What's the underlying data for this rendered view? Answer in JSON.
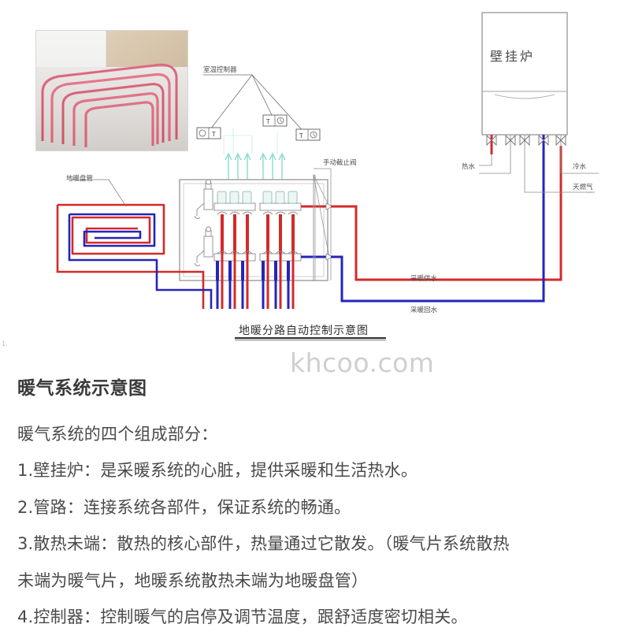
{
  "watermark": "khcoo.com",
  "edge_mark": "1.",
  "diagram": {
    "caption": "地暖分路自动控制示意图",
    "boiler_label": "壁挂炉",
    "labels": {
      "room_thermostat": "室温控制器",
      "floor_coil": "地暖盘管",
      "manual_shutoff_valve": "手动截止阀",
      "hot_water": "热水",
      "cold_water": "冷水",
      "natural_gas": "天燃气",
      "heating_supply": "采暖供水",
      "heating_return": "采暖回水"
    },
    "thermostat_glyphs": {
      "temp": "T",
      "clock": "◴"
    },
    "colors": {
      "supply_red": "#d32a2a",
      "return_blue": "#2424bb",
      "line_gray": "#9a9a9a",
      "airflow_teal": "#7fd6cd"
    }
  },
  "article": {
    "heading": "暖气系统示意图",
    "paragraphs": [
      "暖气系统的四个组成部分：",
      "1.壁挂炉：是采暖系统的心脏，提供采暖和生活热水。",
      "2.管路：连接系统各部件，保证系统的畅通。",
      "3.散热未端：散热的核心部件，热量通过它散发。（暖气片系统散热",
      "未端为暖气片，地暖系统散热未端为地暖盘管）",
      "4.控制器：控制暖气的启停及调节温度，跟舒适度密切相关。"
    ]
  }
}
